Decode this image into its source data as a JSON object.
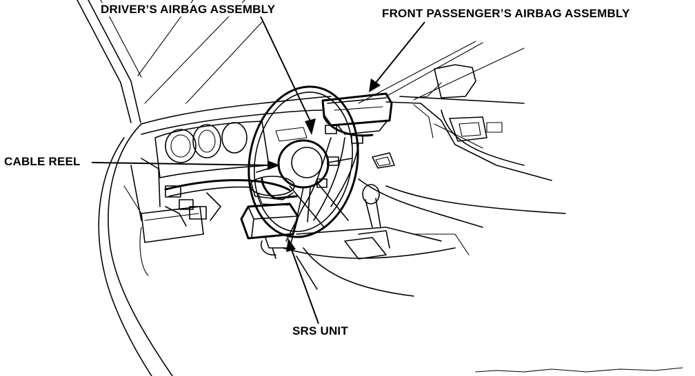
{
  "callouts": {
    "driver_airbag": "DRIVER’S AIRBAG ASSEMBLY",
    "passenger_airbag": "FRONT PASSENGER’S AIRBAG ASSEMBLY",
    "cable_reel": "CABLE REEL",
    "srs_unit": "SRS UNIT"
  }
}
